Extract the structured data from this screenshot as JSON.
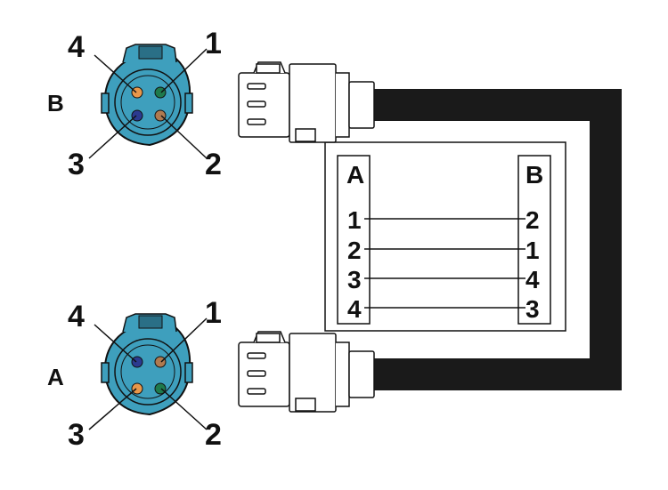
{
  "colors": {
    "connector_body": "#3E9FBD",
    "connector_dark": "#2A6F86",
    "cable": "#1A1A1A",
    "pin_orange": "#E8974A",
    "pin_green": "#1E7A4C",
    "pin_blue": "#2B3A8F",
    "pin_brown": "#B07A4F",
    "outline": "#111111"
  },
  "connector_b": {
    "side_label": "B",
    "pins": {
      "top_left": {
        "number": "4",
        "color": "orange"
      },
      "top_right": {
        "number": "1",
        "color": "green"
      },
      "bottom_left": {
        "number": "3",
        "color": "blue"
      },
      "bottom_right": {
        "number": "2",
        "color": "brown"
      }
    }
  },
  "connector_a": {
    "side_label": "A",
    "pins": {
      "top_left": {
        "number": "4",
        "color": "blue"
      },
      "top_right": {
        "number": "1",
        "color": "brown"
      },
      "bottom_left": {
        "number": "3",
        "color": "orange"
      },
      "bottom_right": {
        "number": "2",
        "color": "green"
      }
    }
  },
  "wiring_table": {
    "header_left": "A",
    "header_right": "B",
    "rows": [
      {
        "a": "1",
        "b": "2"
      },
      {
        "a": "2",
        "b": "1"
      },
      {
        "a": "3",
        "b": "4"
      },
      {
        "a": "4",
        "b": "3"
      }
    ]
  }
}
